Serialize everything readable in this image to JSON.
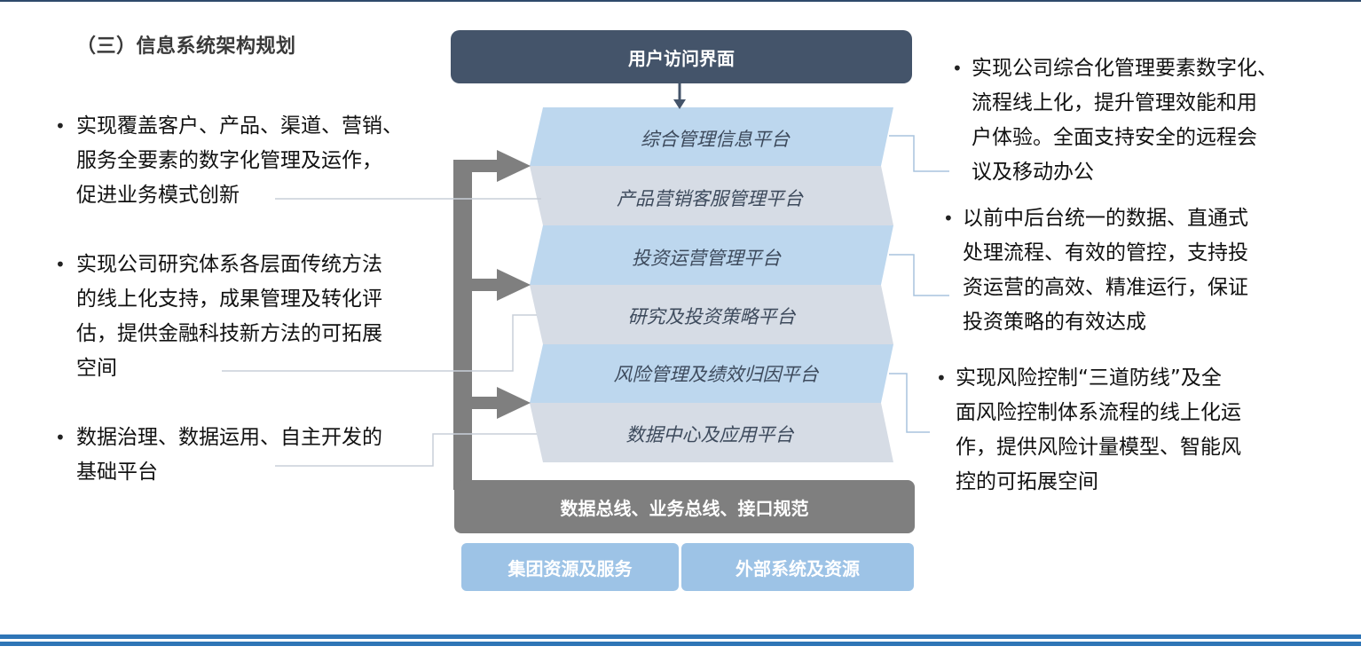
{
  "section_title": "（三）信息系统架构规划",
  "top_box": "用户访问界面",
  "platforms": [
    "综合管理信息平台",
    "产品营销客服管理平台",
    "投资运营管理平台",
    "研究及投资策略平台",
    "风险管理及绩效归因平台",
    "数据中心及应用平台"
  ],
  "bus_box": "数据总线、业务总线、接口规范",
  "resources": [
    "集团资源及服务",
    "外部系统及资源"
  ],
  "left_notes": [
    {
      "bullet": "•",
      "lines": [
        "实现覆盖客户、产品、渠道、营销、",
        "服务全要素的数字化管理及运作，",
        "促进业务模式创新"
      ]
    },
    {
      "bullet": "•",
      "lines": [
        "实现公司研究体系各层面传统方法",
        "的线上化支持，成果管理及转化评",
        "估，提供金融科技新方法的可拓展",
        "空间"
      ]
    },
    {
      "bullet": "•",
      "lines": [
        "数据治理、数据运用、自主开发的",
        "基础平台"
      ]
    }
  ],
  "right_notes": [
    {
      "bullet": "•",
      "lines": [
        "实现公司综合化管理要素数字化、",
        "流程线上化，提升管理效能和用",
        "户体验。全面支持安全的远程会",
        "议及移动办公"
      ]
    },
    {
      "bullet": "•",
      "lines": [
        "以前中后台统一的数据、直通式",
        "处理流程、有效的管控，支持投",
        "资运营的高效、精准运行，保证",
        "投资策略的有效达成"
      ]
    },
    {
      "bullet": "•",
      "lines": [
        "实现风险控制“三道防线”及全",
        "面风险控制体系流程的线上化运",
        "作，提供风险计量模型、智能风",
        "控的可拓展空间"
      ]
    }
  ],
  "colors": {
    "dark_box": "#44546a",
    "bus_box": "#7f7f7f",
    "resource_box": "#9dc3e6",
    "platform_blue": "#bdd7ee",
    "platform_grey": "#d6dce5",
    "connector": "#a9c4de",
    "rule_blue": "#2e75b6"
  }
}
